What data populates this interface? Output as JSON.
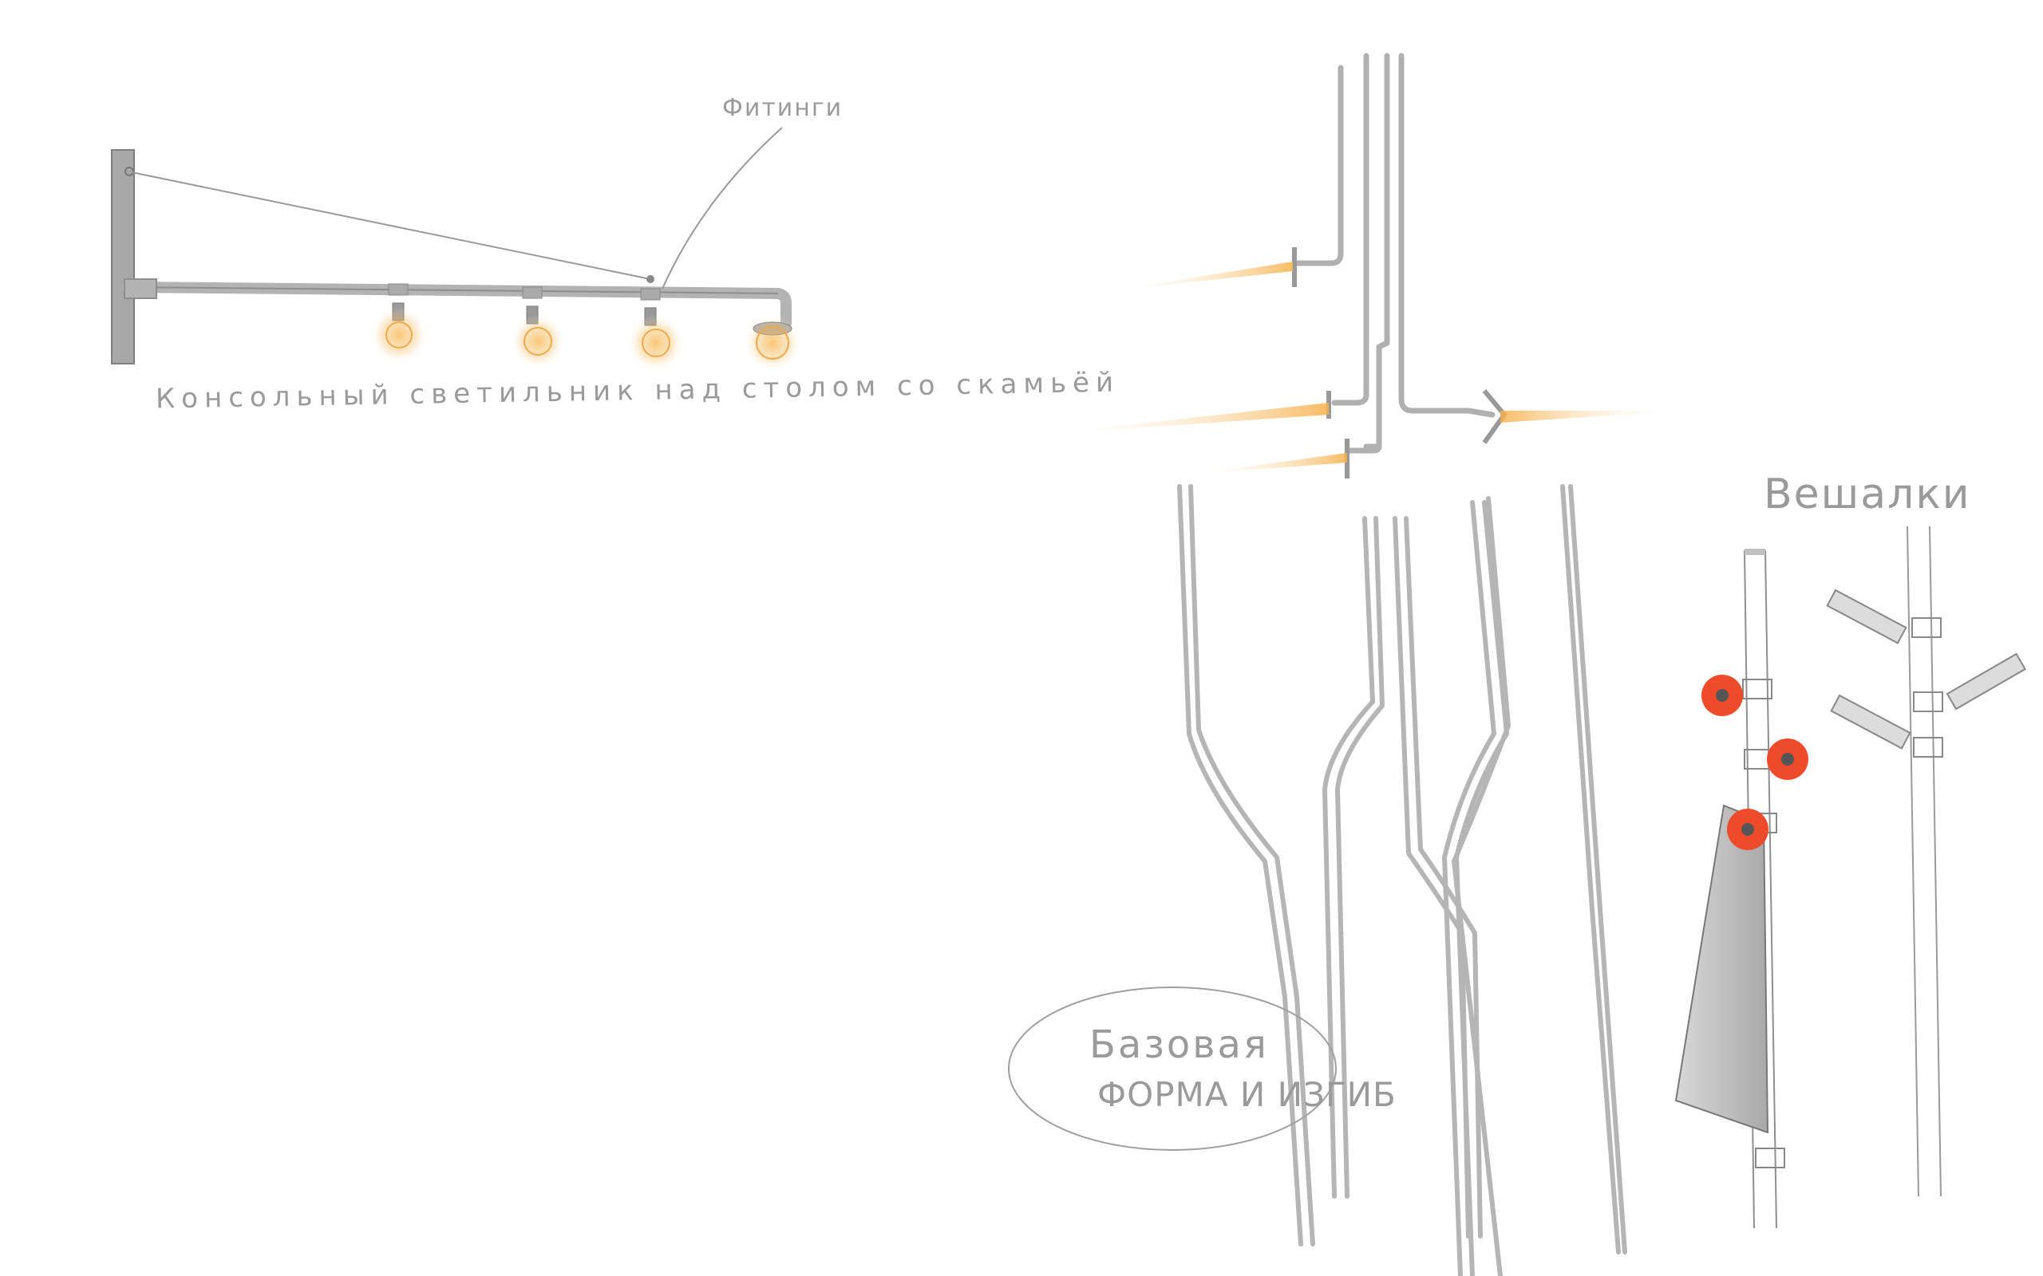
{
  "labels": {
    "console_lamp": "Консольный светильник над столом со скамьёй",
    "fittings": "Фитинги",
    "hangers": "Вешалки",
    "base_form_line1": "Базовая",
    "base_form_line2": "ФОРМА И ИЗГИБ"
  },
  "colors": {
    "pipe": "#b5b5b5",
    "pipe_stroke": "#8f8f8f",
    "lamp_glow": "#f5a623",
    "knob": "#ee4b2b",
    "text": "#9a9a9a"
  }
}
